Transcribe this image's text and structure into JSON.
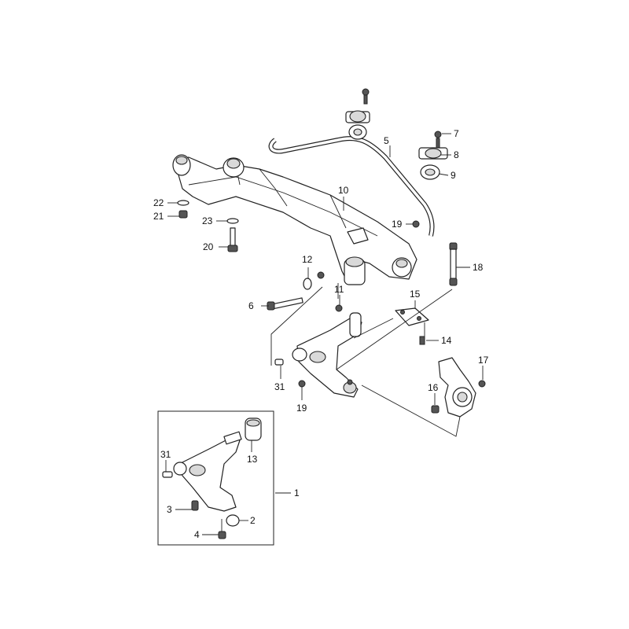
{
  "callouts": {
    "c1": "1",
    "c2": "2",
    "c3": "3",
    "c4": "4",
    "c5": "5",
    "c6": "6",
    "c7": "7",
    "c8": "8",
    "c9": "9",
    "c10": "10",
    "c11": "11",
    "c12": "12",
    "c13": "13",
    "c14": "14",
    "c15": "15",
    "c16": "16",
    "c17": "17",
    "c18": "18",
    "c19a": "19",
    "c19b": "19",
    "c20": "20",
    "c21": "21",
    "c22": "22",
    "c23": "23",
    "c31a": "31",
    "c31b": "31"
  }
}
